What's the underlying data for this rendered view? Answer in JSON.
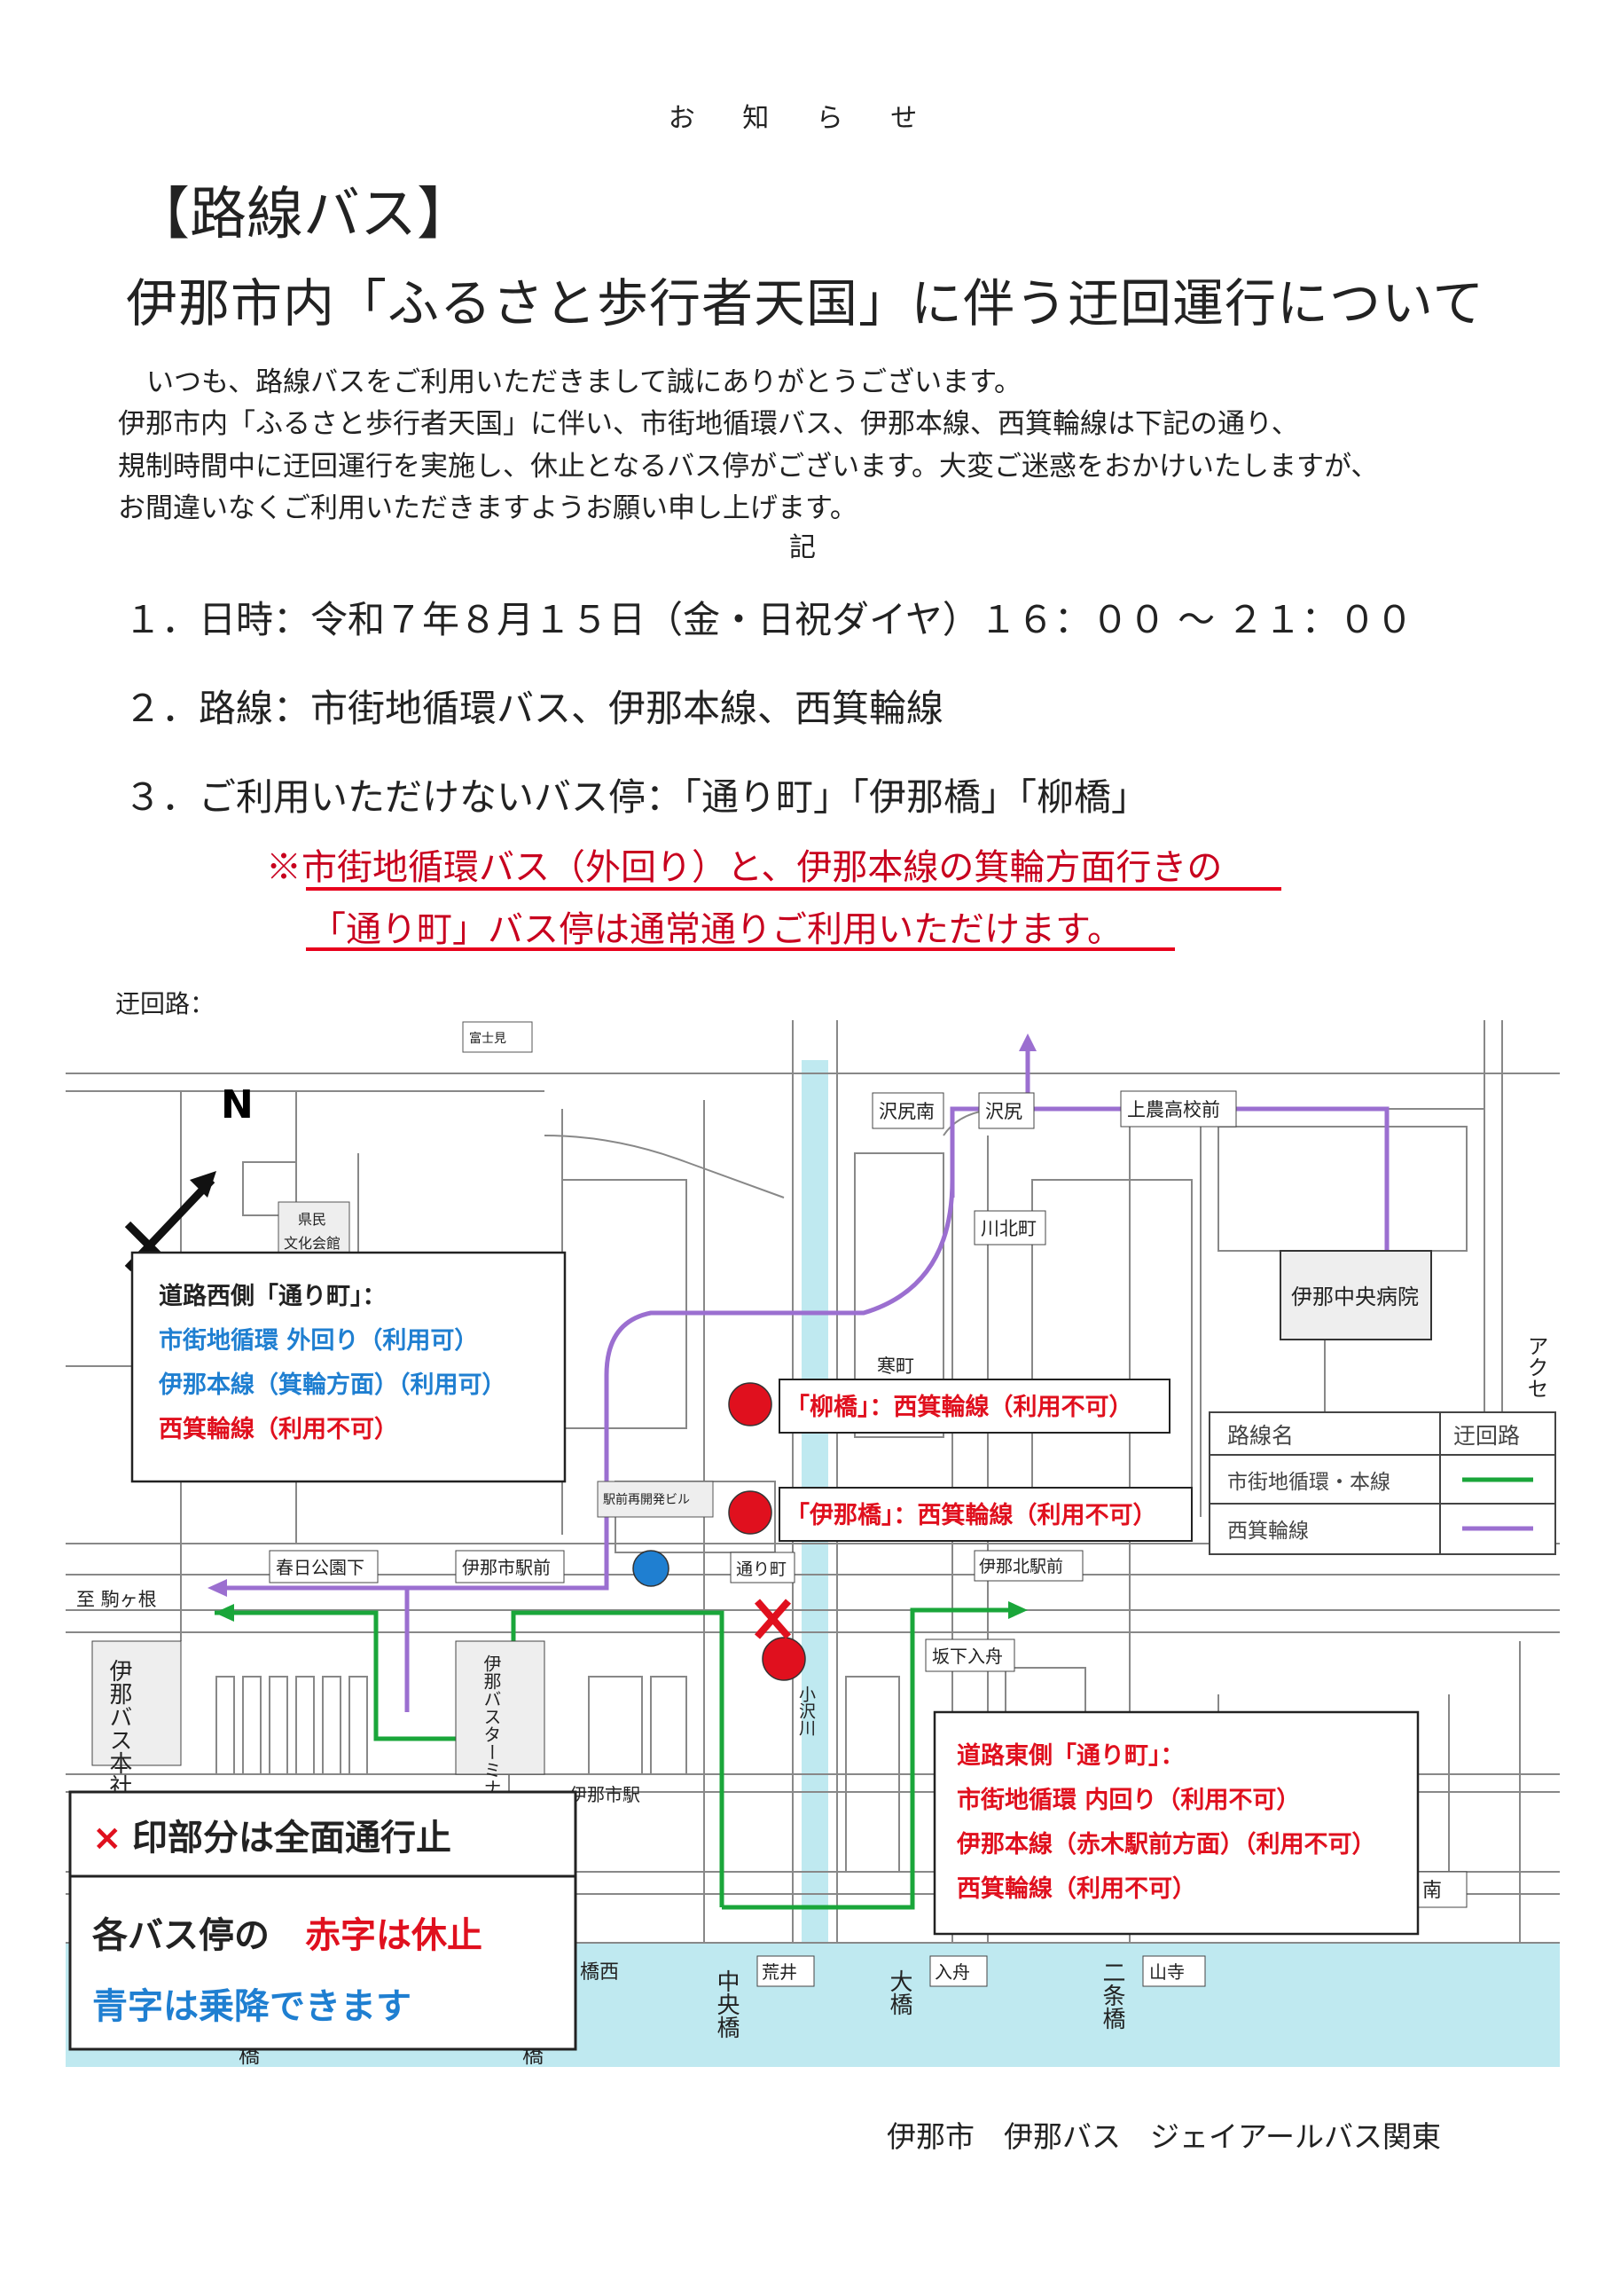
{
  "header": {
    "notice": "お 知 ら せ",
    "category": "【路線バス】",
    "title": "伊那市内「ふるさと歩行者天国」に伴う迂回運行について"
  },
  "body": {
    "greeting": "いつも、路線バスをご利用いただきまして誠にありがとうございます。",
    "line1": "伊那市内「ふるさと歩行者天国」に伴い、市街地循環バス、伊那本線、西箕輪線は下記の通り、",
    "line2": "規制時間中に迂回運行を実施し、休止となるバス停がございます。大変ご迷惑をおかけいたしますが、",
    "line3": "お間違いなくご利用いただきますようお願い申し上げます。",
    "ki": "記"
  },
  "items": {
    "item1": "１．日時：令和７年８月１５日（金・日祝ダイヤ）１６：００ ～ ２１：００",
    "item2": "２．路線：市街地循環バス、伊那本線、西箕輪線",
    "item3": "３．ご利用いただけないバス停：「通り町」「伊那橋」「柳橋」"
  },
  "note": {
    "line1": "※市街地循環バス（外回り）と、伊那本線の箕輪方面行きの",
    "line2": "「通り町」バス停は通常通りご利用いただけます。"
  },
  "map": {
    "detour_label": "迂回路：",
    "compass": "N",
    "labels": {
      "fujimi": "富士見",
      "kenmin": "県民",
      "bunka": "文化会館",
      "sawajiri_minami": "沢尻南",
      "sawajiri": "沢尻",
      "kamino": "上農高校前",
      "kawakita": "川北町",
      "hospital": "伊那中央病院",
      "kanmachi": "寒町",
      "kasuga": "春日公園下",
      "inashi_ekimae": "伊那市駅前",
      "ekimae_bld": "駅前再開発ビル",
      "torimachi": "通り町",
      "ina_kitaekimae": "伊那北駅前",
      "komagane": "至 駒ヶ根",
      "sakashita": "坂下入舟",
      "osawa": "小沢川",
      "ina_bus_hq": "伊那バス本社",
      "ina_bus_terminal": "伊那バスターミナル",
      "inashi_station": "伊那市駅",
      "hashi_nishi": "橋西",
      "chuo": "中央橋",
      "arai": "荒井",
      "ohashi": "大橋",
      "irifune": "入舟",
      "nijo": "二条橋",
      "yamadera": "山寺",
      "hashi1": "橋",
      "hashi2": "橋",
      "minami": "南",
      "east_edge": "アクセ"
    },
    "yanagibashi": "「柳橋」：西箕輪線（利用不可）",
    "inabashi": "「伊那橋」：西箕輪線（利用不可）",
    "west_box": {
      "title": "道路西側「通り町」：",
      "l1": "市街地循環 外回り（利用可）",
      "l2": "伊那本線（箕輪方面）（利用可）",
      "l3": "西箕輪線（利用不可）"
    },
    "east_box": {
      "title": "道路東側「通り町」：",
      "l1": "市街地循環 内回り（利用不可）",
      "l2": "伊那本線（赤木駅前方面）（利用不可）",
      "l3": "西箕輪線（利用不可）"
    },
    "legend": {
      "col1": "路線名",
      "col2": "迂回路",
      "row1": "市街地循環・本線",
      "row2": "西箕輪線"
    },
    "closure_box": {
      "mark": "×",
      "closed": "印部分は全面通行止",
      "stops_prefix": "各バス停の",
      "red_text": "赤字は休止",
      "blue_text": "青字は乗降できます"
    }
  },
  "footer": "伊那市　伊那バス　ジェイアールバス関東",
  "colors": {
    "green_route": "#1aa63a",
    "purple_route": "#9b6fd0",
    "red": "#e0101e",
    "blue": "#1f7fd1",
    "river": "#bfe9f0"
  }
}
